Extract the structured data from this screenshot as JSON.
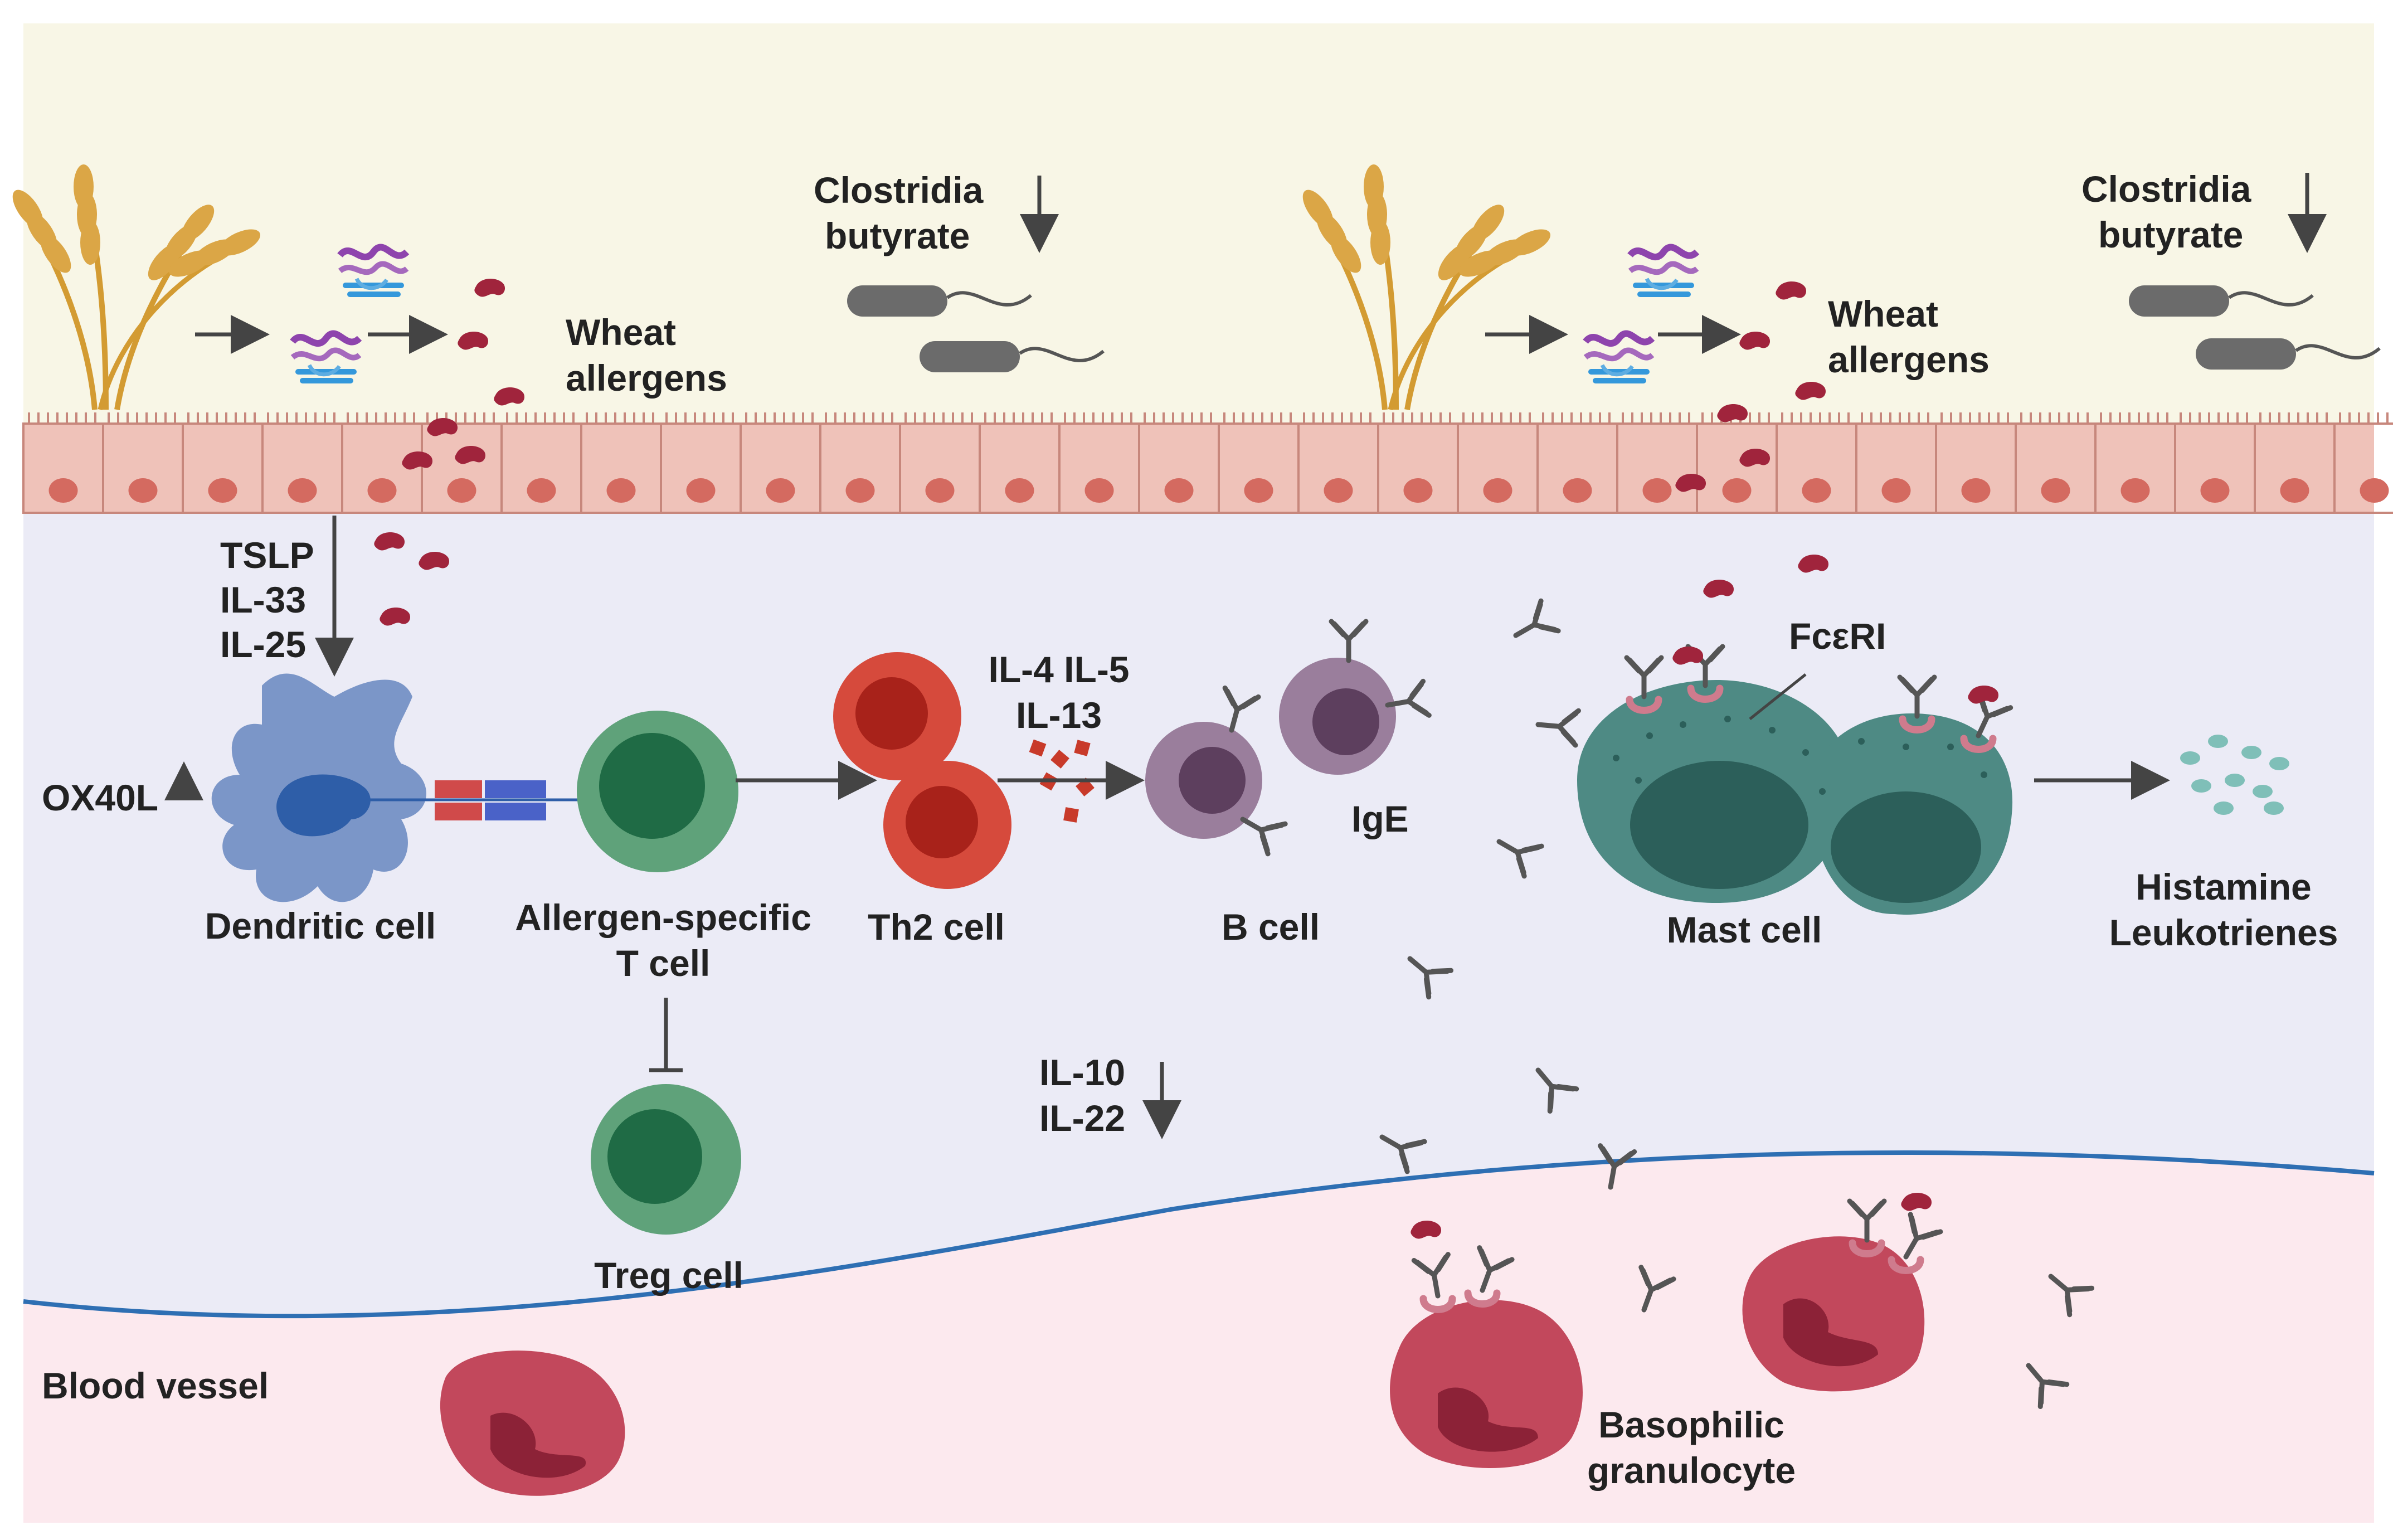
{
  "labels": {
    "clostridia_left": "Clostridia",
    "butyrate_left": "butyrate",
    "clostridia_right": "Clostridia",
    "butyrate_right": "butyrate",
    "wheat_left_1": "Wheat",
    "wheat_left_2": "allergens",
    "wheat_right_1": "Wheat",
    "wheat_right_2": "allergens",
    "tslp": "TSLP",
    "il33": "IL-33",
    "il25": "IL-25",
    "ox40l": "OX40L",
    "dendritic": "Dendritic cell",
    "tcell_1": "Allergen-specific",
    "tcell_2": "T cell",
    "th2": "Th2 cell",
    "il4_il5": "IL-4 IL-5",
    "il13": "IL-13",
    "bcell": "B cell",
    "ige": "IgE",
    "fceri": "FcεRI",
    "mast": "Mast cell",
    "histamine": "Histamine",
    "leukotrienes": "Leukotrienes",
    "treg": "Treg cell",
    "il10": "IL-10",
    "il22": "IL-22",
    "blood_vessel": "Blood vessel",
    "basophilic_1": "Basophilic",
    "basophilic_2": "granulocyte"
  },
  "colors": {
    "lumen": "#f8f6e6",
    "tissue": "#ebebf6",
    "blood": "#fce9ee",
    "epithelium": "#efc2b9",
    "nucleus_epi": "#d46a60",
    "dendritic": "#7b96c8",
    "tcell": "#5fa27a",
    "th2": "#d64a3c",
    "bcell": "#9a7e9c",
    "mast": "#4e8a84",
    "basophil": "#c2485c",
    "allergen": "#a0243c",
    "antibody": "#555555",
    "vessel_line": "#2e6fb3"
  }
}
